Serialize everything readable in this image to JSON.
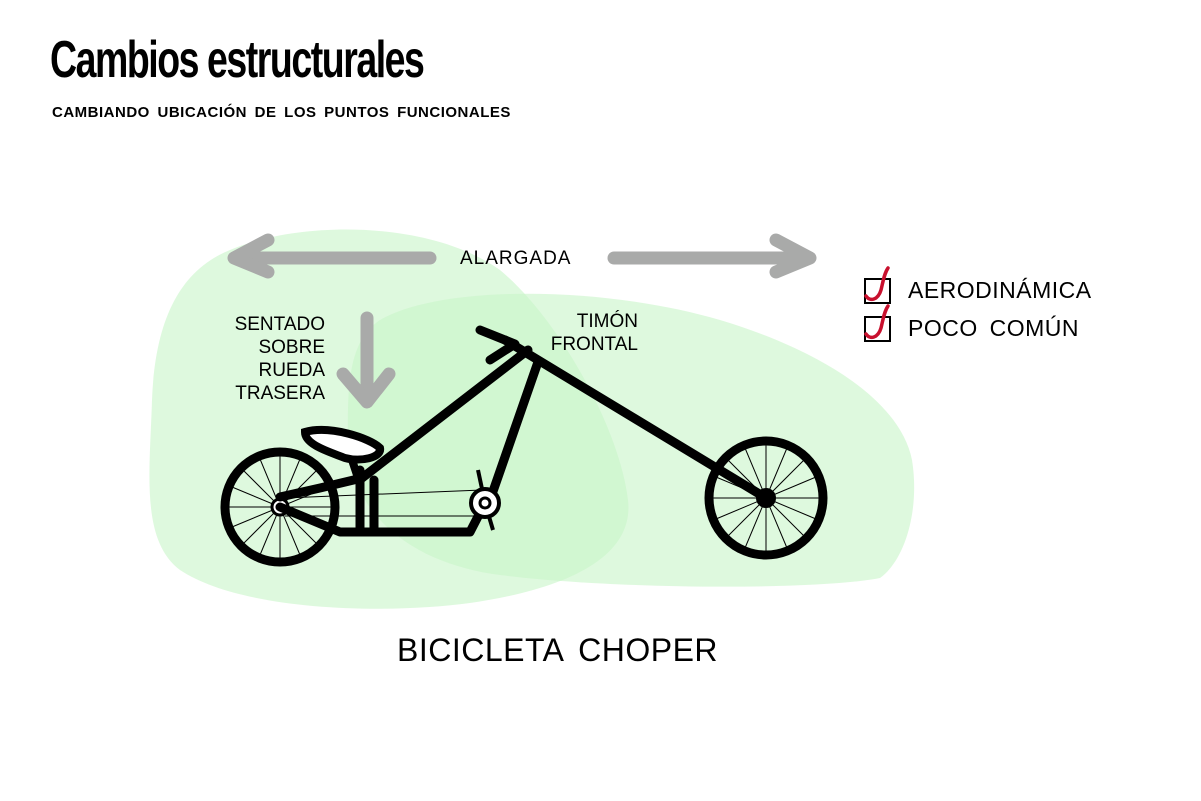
{
  "header": {
    "title": "Cambios estructurales",
    "subtitle": "CAMBIANDO UBICACIÓN DE LOS PUNTOS FUNCIONALES"
  },
  "annotations": {
    "length": "ALARGADA",
    "seat": [
      "SENTADO",
      "SOBRE",
      "RUEDA",
      "TRASERA"
    ],
    "handlebar": [
      "TIMÓN",
      "FRONTAL"
    ]
  },
  "checklist": [
    {
      "label": "AERODINÁMICA",
      "checked": true
    },
    {
      "label": "POCO COMÚN",
      "checked": true
    }
  ],
  "caption": "BICICLETA CHOPER",
  "colors": {
    "highlight": "#c8f5c8",
    "arrow": "#a9aaa9",
    "check": "#c8102e"
  }
}
